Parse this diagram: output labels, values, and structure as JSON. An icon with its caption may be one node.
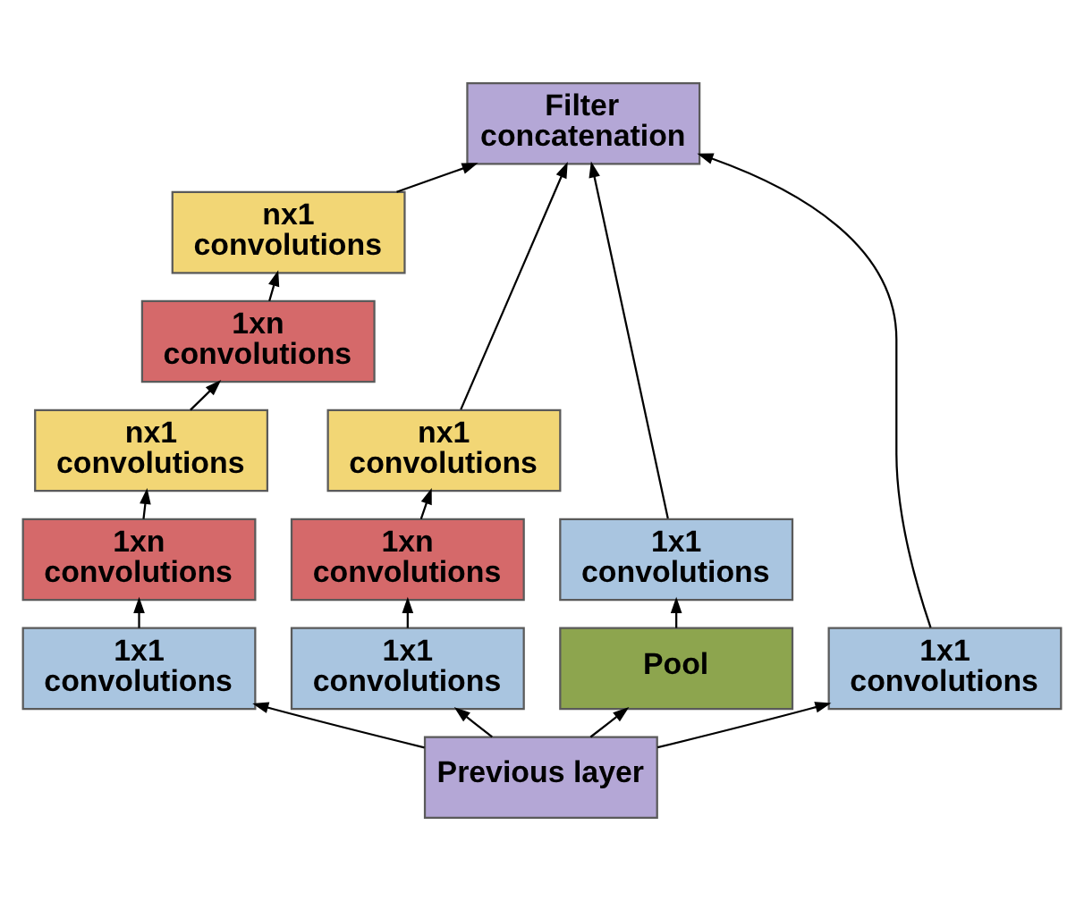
{
  "diagram": {
    "nodes": [
      {
        "text": [
          "Filter concatenation"
        ]
      },
      {
        "text": [
          "nx1 convolutions"
        ]
      },
      {
        "text": [
          "1xn convolutions"
        ]
      },
      {
        "text": [
          "nx1 convolutions"
        ]
      },
      {
        "text": [
          "nx1 convolutions"
        ]
      },
      {
        "text": [
          "1xn convolutions"
        ]
      },
      {
        "text": [
          "1xn convolutions"
        ]
      },
      {
        "text": [
          "1x1 convolutions"
        ]
      },
      {
        "text": [
          "1x1 convolutions"
        ]
      },
      {
        "text": [
          "1x1 convolutions"
        ]
      },
      {
        "text": [
          "Pool"
        ]
      },
      {
        "text": [
          "1x1 convolutions"
        ]
      },
      {
        "text": [
          "Previous layer"
        ]
      }
    ],
    "edges": [
      {
        "from": 12,
        "to": 8,
        "arrow": "to"
      },
      {
        "from": 12,
        "to": 9,
        "arrow": "to"
      },
      {
        "from": 12,
        "to": 10,
        "arrow": "to"
      },
      {
        "from": 12,
        "to": 11,
        "arrow": "to"
      },
      {
        "from": 8,
        "to": 5,
        "arrow": "to"
      },
      {
        "from": 5,
        "to": 3,
        "arrow": "to"
      },
      {
        "from": 3,
        "to": 2,
        "arrow": "to"
      },
      {
        "from": 2,
        "to": 1,
        "arrow": "to"
      },
      {
        "from": 1,
        "to": 0,
        "arrow": "to"
      },
      {
        "from": 9,
        "to": 6,
        "arrow": "to"
      },
      {
        "from": 6,
        "to": 4,
        "arrow": "to"
      },
      {
        "from": 4,
        "to": 0,
        "arrow": "to"
      },
      {
        "from": 10,
        "to": 7,
        "arrow": "to"
      },
      {
        "from": 7,
        "to": 0,
        "arrow": "to"
      },
      {
        "from": 11,
        "to": 0,
        "arrow": "to"
      }
    ]
  }
}
